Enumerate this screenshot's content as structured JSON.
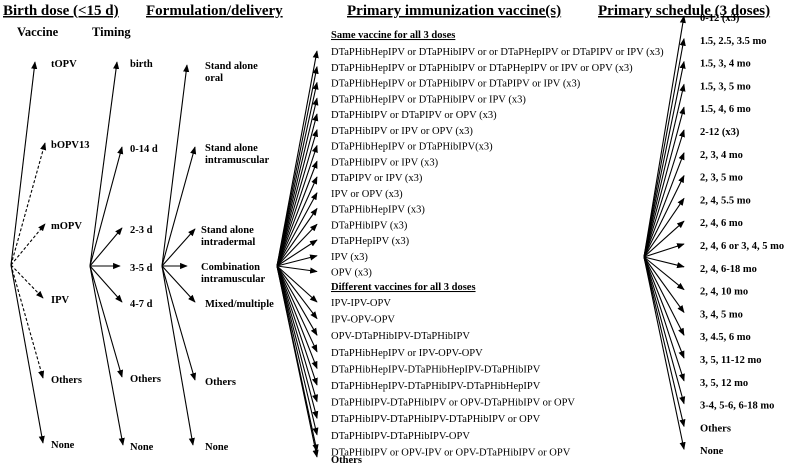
{
  "headers": {
    "birth_dose": "Birth dose (<15 d)",
    "formulation": "Formulation/delivery",
    "primary_vaccine": "Primary immunization vaccine(s)",
    "primary_schedule": "Primary schedule (3 doses)",
    "vaccine_sub": "Vaccine",
    "timing_sub": "Timing"
  },
  "birth_vaccine": [
    {
      "label": "tOPV",
      "dashed": false
    },
    {
      "label": "bOPV13",
      "dashed": true
    },
    {
      "label": "mOPV",
      "dashed": true
    },
    {
      "label": "IPV",
      "dashed": true
    },
    {
      "label": "Others",
      "dashed": true
    },
    {
      "label": "None",
      "dashed": false
    }
  ],
  "timing": [
    "birth",
    "0-14 d",
    "2-3 d",
    "3-5 d",
    "4-7 d",
    "Others",
    "None"
  ],
  "formulation": [
    [
      "Stand alone",
      "oral"
    ],
    [
      "Stand alone",
      "intramuscular"
    ],
    [
      "Stand alone",
      "intradermal"
    ],
    [
      "Combination",
      "intramuscular"
    ],
    [
      "Mixed/multiple"
    ],
    [
      "Others"
    ],
    [
      "None"
    ]
  ],
  "primary_vaccines": {
    "same_header": "Same vaccine for all 3 doses",
    "same": [
      "DTaPHibHepIPV or DTaPHibIPV or or DTaPHepIPV or DTaPIPV or IPV (x3)",
      "DTaPHibHepIPV or DTaPHibIPV or DTaPHepIPV or IPV or OPV (x3)",
      "DTaPHibHepIPV or DTaPHibIPV or DTaPIPV or IPV (x3)",
      "DTaPHibHepIPV or DTaPHibIPV or IPV (x3)",
      "DTaPHibIPV or DTaPIPV or OPV (x3)",
      "DTaPHibIPV or IPV or OPV (x3)",
      "DTaPHibHepIPV or DTaPHibIPV(x3)",
      "DTaPHibIPV or IPV (x3)",
      "DTaPIPV or IPV (x3)",
      "IPV or OPV (x3)",
      "DTaPHibHepIPV (x3)",
      "DTaPHibIPV (x3)",
      "DTaPHepIPV (x3)",
      "IPV (x3)",
      "OPV (x3)"
    ],
    "different_header": "Different vaccines for all 3 doses",
    "different": [
      "IPV-IPV-OPV",
      "IPV-OPV-OPV",
      "OPV-DTaPHibIPV-DTaPHibIPV",
      "DTaPHibHepIPV or IPV-OPV-OPV",
      "DTaPHibHepIPV-DTaPHibHepIPV-DTaPHibIPV",
      "DTaPHibHepIPV-DTaPHibIPV-DTaPHibHepIPV",
      "DTaPHibIPV-DTaPHibIPV or OPV-DTaPHibIPV or OPV",
      "DTaPHibIPV-DTaPHibIPV-DTaPHibIPV or OPV",
      "DTaPHibIPV-DTaPHibIPV-OPV",
      "DTaPHibIPV or OPV-IPV or OPV-DTaPHibIPV or OPV"
    ],
    "others": "Others"
  },
  "schedules": [
    "0-12 (x3)",
    "1.5, 2.5,  3.5 mo",
    "1.5, 3,  4 mo",
    "1.5, 3,  5 mo",
    "1.5, 4,  6 mo",
    "2-12 (x3)",
    "2, 3,  4 mo",
    "2, 3,  5 mo",
    "2, 4, 5.5 mo",
    "2, 4,  6 mo",
    "2, 4, 6 or 3, 4, 5 mo",
    "2, 4,  6-18 mo",
    "2, 4,  10 mo",
    "3, 4,  5 mo",
    "3, 4.5,  6 mo",
    "3, 5,  11-12 mo",
    "3, 5,  12 mo",
    "3-4,  5-6,  6-18 mo",
    "Others",
    "None"
  ]
}
